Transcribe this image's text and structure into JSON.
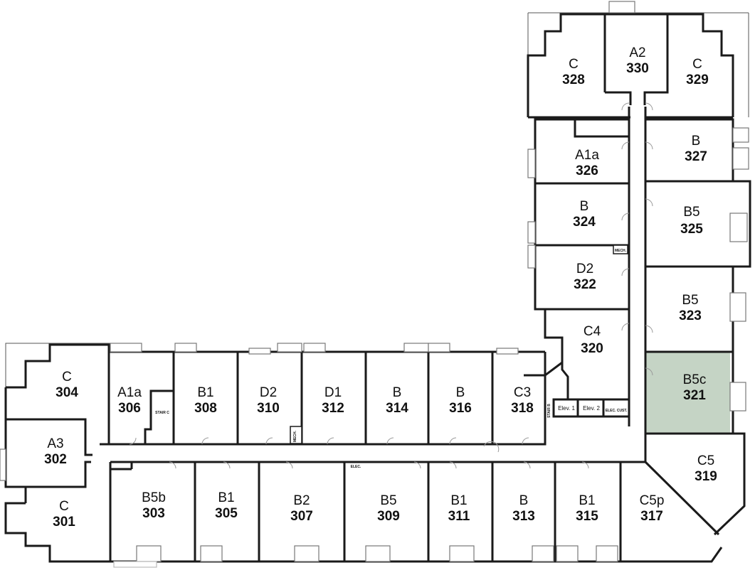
{
  "highlight_color": "#c5d4c5",
  "wall_color": "#1a1a1a",
  "units": [
    {
      "type": "C",
      "number": "328",
      "highlighted": false
    },
    {
      "type": "A2",
      "number": "330",
      "highlighted": false
    },
    {
      "type": "C",
      "number": "329",
      "highlighted": false
    },
    {
      "type": "A1a",
      "number": "326",
      "highlighted": false
    },
    {
      "type": "B",
      "number": "327",
      "highlighted": false
    },
    {
      "type": "B",
      "number": "324",
      "highlighted": false
    },
    {
      "type": "B5",
      "number": "325",
      "highlighted": false
    },
    {
      "type": "D2",
      "number": "322",
      "highlighted": false
    },
    {
      "type": "B5",
      "number": "323",
      "highlighted": false
    },
    {
      "type": "C4",
      "number": "320",
      "highlighted": false
    },
    {
      "type": "B5c",
      "number": "321",
      "highlighted": true
    },
    {
      "type": "C",
      "number": "304",
      "highlighted": false
    },
    {
      "type": "A1a",
      "number": "306",
      "highlighted": false
    },
    {
      "type": "B1",
      "number": "308",
      "highlighted": false
    },
    {
      "type": "D2",
      "number": "310",
      "highlighted": false
    },
    {
      "type": "D1",
      "number": "312",
      "highlighted": false
    },
    {
      "type": "B",
      "number": "314",
      "highlighted": false
    },
    {
      "type": "B",
      "number": "316",
      "highlighted": false
    },
    {
      "type": "C3",
      "number": "318",
      "highlighted": false
    },
    {
      "type": "A3",
      "number": "302",
      "highlighted": false
    },
    {
      "type": "C",
      "number": "301",
      "highlighted": false
    },
    {
      "type": "B5b",
      "number": "303",
      "highlighted": false
    },
    {
      "type": "B1",
      "number": "305",
      "highlighted": false
    },
    {
      "type": "B2",
      "number": "307",
      "highlighted": false
    },
    {
      "type": "B5",
      "number": "309",
      "highlighted": false
    },
    {
      "type": "B1",
      "number": "311",
      "highlighted": false
    },
    {
      "type": "B",
      "number": "313",
      "highlighted": false
    },
    {
      "type": "B1",
      "number": "315",
      "highlighted": false
    },
    {
      "type": "C5p",
      "number": "317",
      "highlighted": false
    },
    {
      "type": "C5",
      "number": "319",
      "highlighted": false
    }
  ],
  "service_labels": {
    "elev1": "Elev. 1",
    "elev2": "Elev. 2",
    "elec_cust": "ELEC. CUST.",
    "elec": "ELEC.",
    "mech_right": "MECH.",
    "mech_left": "MECH.",
    "stair_c": "STAIR C",
    "stair_b": "STAIR B"
  }
}
